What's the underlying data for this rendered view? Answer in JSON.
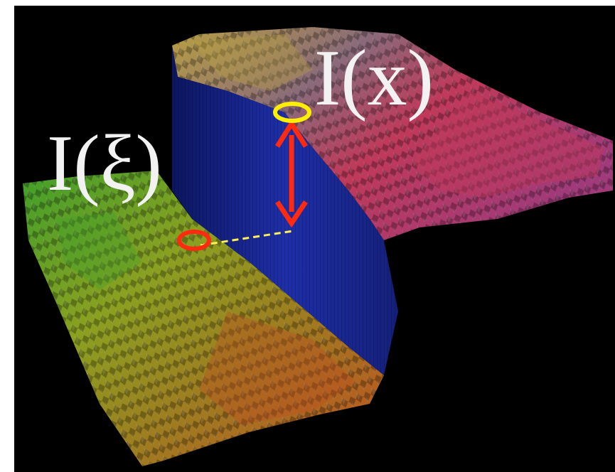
{
  "labels": {
    "upper_surface": "I(x)",
    "lower_surface": "I(ξ)"
  },
  "colors": {
    "background": "#000000",
    "upper_surface_warm": "#c0395a",
    "upper_surface_cool": "#5b5fd0",
    "upper_surface_gold": "#b8a040",
    "lower_surface_green": "#3fa02a",
    "lower_surface_yellow": "#b8b020",
    "lower_surface_orange": "#c06020",
    "step_wall": "#1a2a9a",
    "upper_marker": "#ffee00",
    "lower_marker": "#ff2a10",
    "arrow": "#ff2a10",
    "dashed_line": "#ffee55"
  },
  "icons": {
    "upper_marker": "yellow-ellipse",
    "lower_marker": "red-ellipse",
    "arrow": "double-headed-vertical-arrow"
  }
}
